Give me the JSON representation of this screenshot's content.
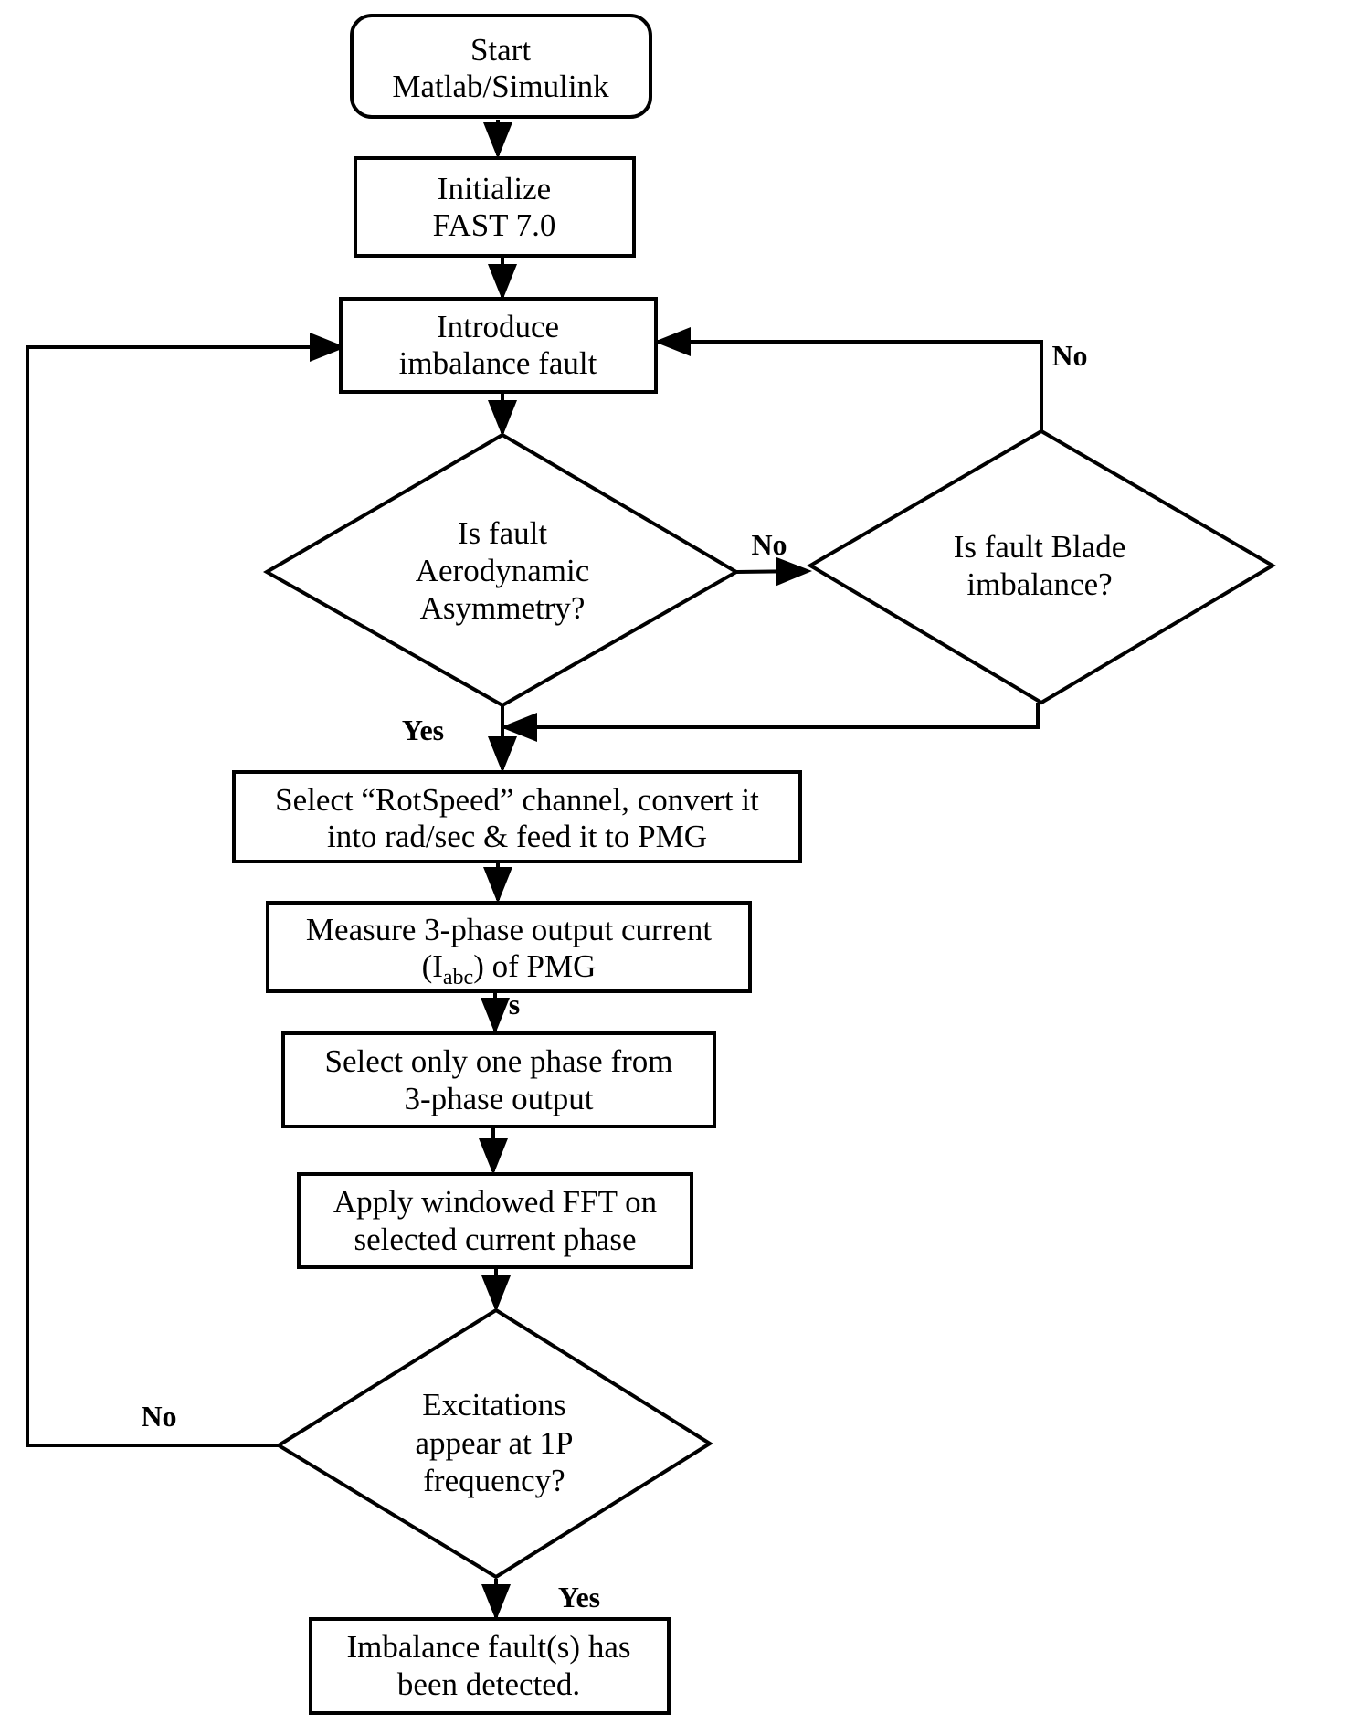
{
  "nodes": {
    "start": {
      "line1": "Start",
      "line2": "Matlab/Simulink"
    },
    "init": {
      "line1": "Initialize",
      "line2": "FAST 7.0"
    },
    "introduce": {
      "line1": "Introduce",
      "line2": "imbalance fault"
    },
    "aero_decision": {
      "line1": "Is fault",
      "line2": "Aerodynamic",
      "line3": "Asymmetry?"
    },
    "blade_decision": {
      "line1": "Is fault Blade",
      "line2": "imbalance?"
    },
    "select_rotspeed": {
      "line1": "Select “RotSpeed” channel, convert it",
      "line2": "into rad/sec & feed it to PMG"
    },
    "measure": {
      "line1": "Measure 3-phase output current",
      "line2_pre": "(I",
      "line2_sub": "abc",
      "line2_post": ") of PMG"
    },
    "select_phase": {
      "line1": "Select only one phase from",
      "line2": "3-phase output"
    },
    "apply_fft": {
      "line1": "Apply windowed FFT on",
      "line2": "selected current phase"
    },
    "excitation_decision": {
      "line1": "Excitations",
      "line2": "appear at 1P",
      "line3": "frequency?"
    },
    "detected": {
      "line1": "Imbalance fault(s) has",
      "line2": "been detected."
    }
  },
  "edge_labels": {
    "blade_no": "No",
    "aero_no": "No",
    "aero_yes": "Yes",
    "measure_s": "s",
    "excitation_no": "No",
    "excitation_yes": "Yes"
  }
}
